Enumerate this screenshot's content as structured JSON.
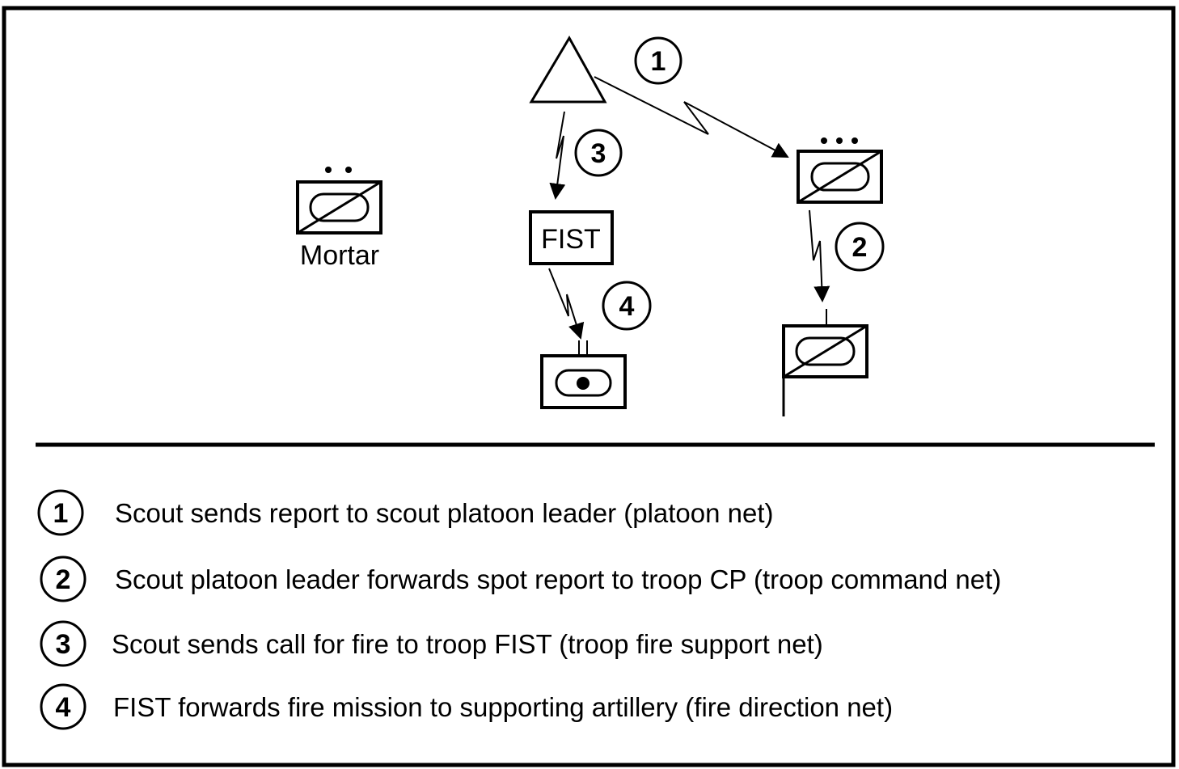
{
  "diagram": {
    "nodes": {
      "mortar_label": "Mortar",
      "fist_label": "FIST"
    },
    "step_markers": [
      "1",
      "2",
      "3",
      "4"
    ],
    "legend": [
      {
        "num": "1",
        "text": "Scout sends report to scout platoon leader (platoon net)"
      },
      {
        "num": "2",
        "text": "Scout platoon leader forwards spot report to troop CP (troop command net)"
      },
      {
        "num": "3",
        "text": "Scout sends call for fire to troop FIST (troop fire support net)"
      },
      {
        "num": "4",
        "text": "FIST forwards fire mission to supporting artillery (fire direction net)"
      }
    ]
  }
}
